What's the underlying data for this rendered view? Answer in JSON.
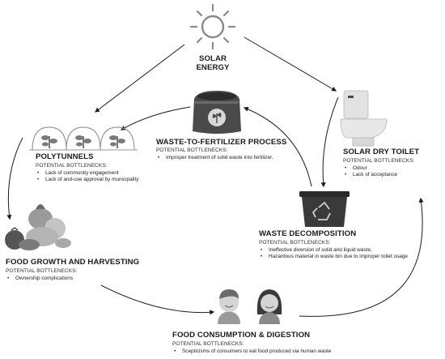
{
  "solar": {
    "line1": "SOLAR",
    "line2": "ENERGY"
  },
  "polytunnels": {
    "title": "POLYTUNNELS",
    "subtitle": "POTENTIAL BOTTLENECKS:",
    "items": [
      "Lack of community engagement",
      "Lack of and-use approval by municipality"
    ]
  },
  "fertilizer": {
    "title": "WASTE-TO-FERTILIZER PROCESS",
    "subtitle": "POTENTIAL BOTTLENECKS:",
    "items": [
      "Improper treatment of solid waste into fertilizer."
    ]
  },
  "toilet": {
    "title": "SOLAR DRY TOILET",
    "subtitle": "POTENTIAL BOTTLENECKS:",
    "items": [
      "Odour",
      "Lack of acceptance"
    ]
  },
  "decomposition": {
    "title": "WASTE DECOMPOSITION",
    "subtitle": "POTENTIAL BOTTLENECKS:",
    "items": [
      "Ineffective diversion of solid and liquid waste,",
      "Hazardous material in waste bin due to improper toilet usage"
    ]
  },
  "growth": {
    "title": "FOOD GROWTH AND HARVESTING",
    "subtitle": "POTENTIAL BOTTLENECKS:",
    "items": [
      "Ownership complications"
    ]
  },
  "consumption": {
    "title": "FOOD CONSUMPTION & DIGESTION",
    "subtitle": "POTENTIAL BOTTLENECKS:",
    "items": [
      "Scepticisms of consumers to eat food produced via human waste"
    ]
  },
  "icons": {
    "sun": "sun-icon",
    "polytunnel": "polytunnel-icon",
    "fertilizer_bag": "fertilizer-bag-icon",
    "toilet": "toilet-icon",
    "bin": "recycle-bin-icon",
    "produce": "vegetables-icon",
    "people": "people-icon"
  },
  "colors": {
    "ink": "#1a1a1a",
    "arrow": "#1a1a1a",
    "icon_light": "#cfcfcf",
    "icon_mid": "#8a8a8a",
    "icon_dark": "#3a3a3a"
  }
}
